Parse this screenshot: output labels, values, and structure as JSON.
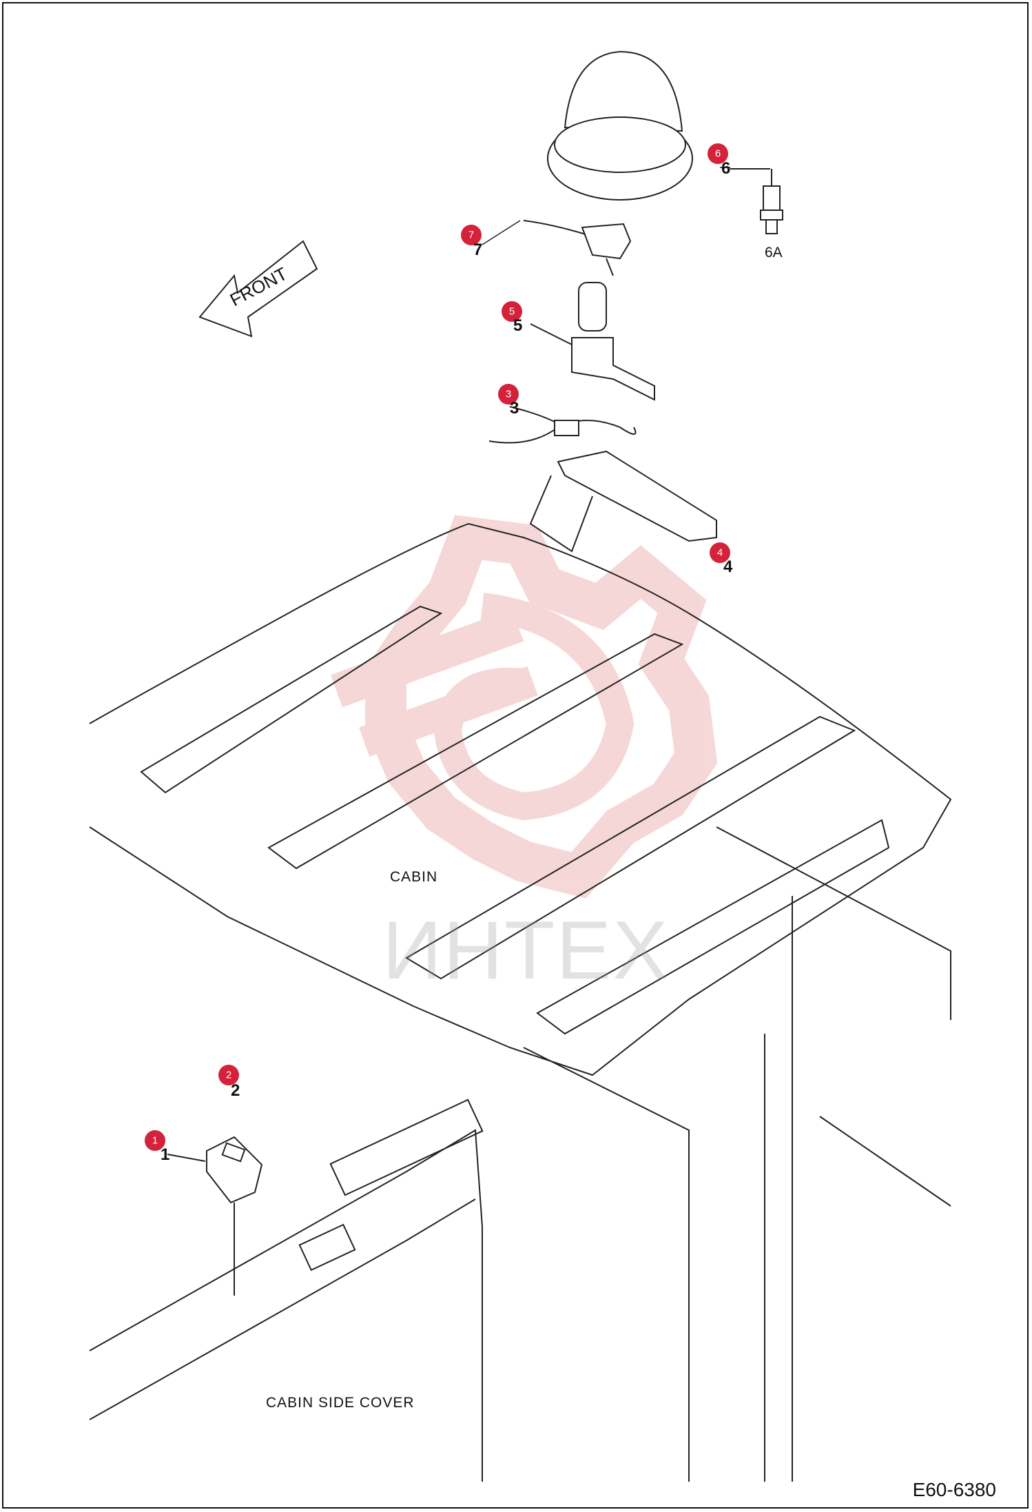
{
  "labels": {
    "front": "FRONT",
    "cabin": "CABIN",
    "cabin_side_cover": "CABIN SIDE COVER",
    "bulb": "6A",
    "diagram_code": "E60-6380"
  },
  "watermark": {
    "text": "ИНТЕХ"
  },
  "reference_badges": [
    "1",
    "2",
    "3",
    "4",
    "5",
    "6",
    "7"
  ],
  "part_numbers": [
    "1",
    "2",
    "3",
    "4",
    "5",
    "6",
    "7"
  ],
  "colors": {
    "badge": "#d3223a",
    "watermark": "#f2b3b3",
    "line": "#222222"
  }
}
